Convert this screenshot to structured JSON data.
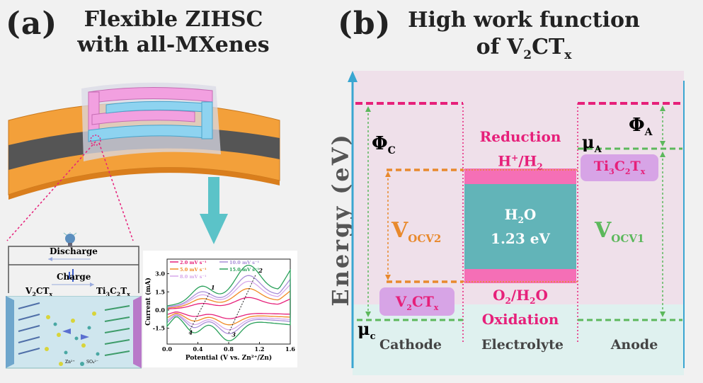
{
  "panel_a": {
    "label": "(a)",
    "title_line1": "Flexible ZIHSC",
    "title_line2": "with all-MXenes",
    "circuit": {
      "discharge": "Discharge",
      "charge": "Charge",
      "left_electrode_main": "V",
      "left_electrode_sub": "2",
      "left_electrode_rest": "CT",
      "left_electrode_x": "x",
      "right_electrode_main": "Ti",
      "right_electrode_sub1": "3",
      "right_electrode_mid": "C",
      "right_electrode_sub2": "2",
      "right_electrode_rest": "T",
      "right_electrode_x": "x",
      "legend_zn": "Zn²⁺",
      "legend_so4": "SO₄²⁻"
    }
  },
  "chart_data": {
    "type": "line",
    "title": "",
    "xlabel": "Potential (V vs. Zn²⁺/Zn)",
    "ylabel": "Current (mA)",
    "xlim": [
      0,
      1.6
    ],
    "ylim": [
      -2.8,
      4.2
    ],
    "xticks": [
      "0.0",
      "0.4",
      "0.8",
      "1.2",
      "1.6"
    ],
    "yticks": [
      "3.0",
      "1.5",
      "0.0",
      "-1.5"
    ],
    "legend_position": "top",
    "annotations": [
      "1",
      "2",
      "3",
      "4"
    ],
    "series": [
      {
        "name": "2.0 mV s⁻¹",
        "color": "#e6207a",
        "scale": 0.28
      },
      {
        "name": "5.0 mV s⁻¹",
        "color": "#f08a24",
        "scale": 0.48
      },
      {
        "name": "8.0 mV s⁻¹",
        "color": "#d7a8ea",
        "scale": 0.64
      },
      {
        "name": "10.0 mV s⁻¹",
        "color": "#a98ed8",
        "scale": 0.77
      },
      {
        "name": "15.0 mV s⁻¹",
        "color": "#2aa05a",
        "scale": 1.0
      }
    ]
  },
  "panel_b": {
    "label": "(b)",
    "title_line1": "High work function",
    "title_line2_prefix": "of V",
    "title_line2_sub1": "2",
    "title_line2_mid": "CT",
    "title_line2_sub2": "x",
    "y_axis": "Energy (eV)",
    "phi_c": "Φ",
    "phi_c_sub": "C",
    "phi_a": "Φ",
    "phi_a_sub": "A",
    "mu_a": "μ",
    "mu_a_sub": "A",
    "mu_c": "μ",
    "mu_c_sub": "c",
    "reduction": "Reduction",
    "h_couple_a": "H",
    "h_couple_sup": "+",
    "h_couple_b": "/H",
    "h_couple_sub": "2",
    "water_a": "H",
    "water_sub": "2",
    "water_b": "O",
    "window": "1.23 eV",
    "o_couple_a": "O",
    "o_couple_sub1": "2",
    "o_couple_b": "/H",
    "o_couple_sub2": "2",
    "o_couple_c": "O",
    "oxidation": "Oxidation",
    "vocv2": "V",
    "vocv2_sub": "OCV2",
    "vocv1": "V",
    "vocv1_sub": "OCV1",
    "anode_material_a": "Ti",
    "anode_material_sub1": "3",
    "anode_material_b": "C",
    "anode_material_sub2": "2",
    "anode_material_c": "T",
    "anode_material_sub3": "x",
    "cathode_material_a": "V",
    "cathode_material_sub1": "2",
    "cathode_material_b": "CT",
    "cathode_material_sub2": "x",
    "cathode": "Cathode",
    "electrolyte": "Electrolyte",
    "anode": "Anode"
  },
  "colors": {
    "magenta": "#e6207a",
    "orange": "#e8892d",
    "green": "#5cb85c",
    "teal": "#62b4b8",
    "pink": "#f56fb6",
    "device_orange": "#f3a03a",
    "arrow_teal": "#5bc3c8",
    "electrode_blue": "#8ed3f0",
    "electrode_pink": "#f2a0e0"
  }
}
